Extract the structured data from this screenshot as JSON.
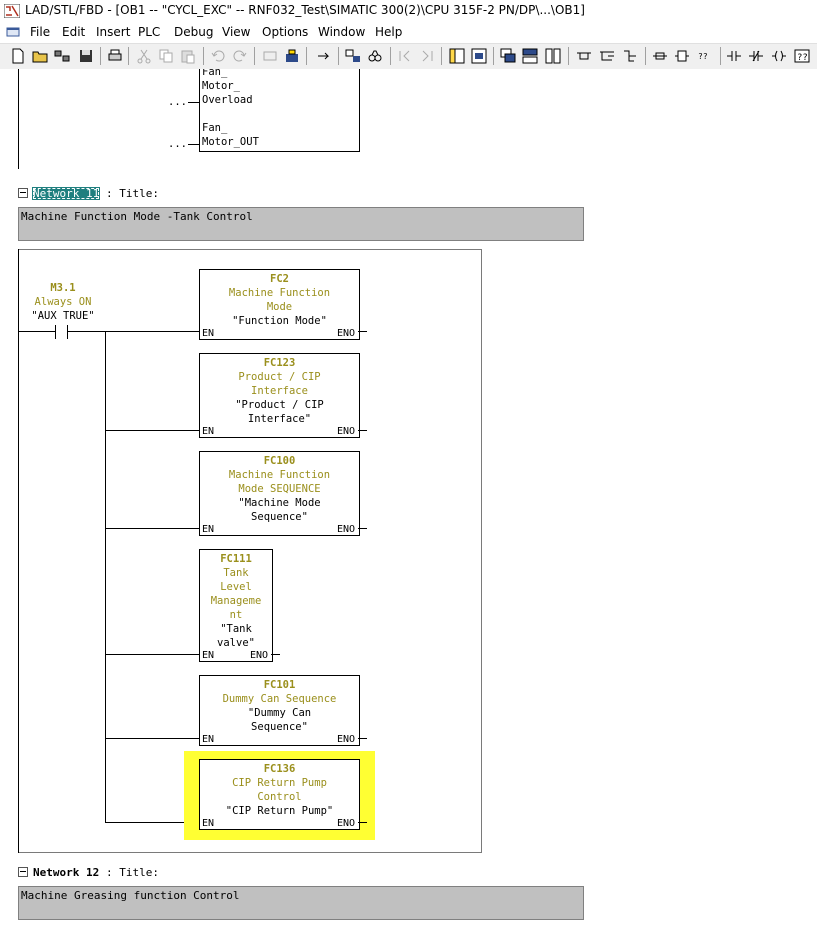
{
  "window": {
    "title": "LAD/STL/FBD  - [OB1 -- \"CYCL_EXC\" -- RNF032_Test\\SIMATIC 300(2)\\CPU 315F-2 PN/DP\\...\\OB1]"
  },
  "menu": [
    "File",
    "Edit",
    "Insert",
    "PLC",
    "Debug",
    "View",
    "Options",
    "Window",
    "Help"
  ],
  "toolbar_icons": [
    "new-icon",
    "open-icon",
    "accessible-nodes-icon",
    "save-icon",
    "print-icon",
    "cut-icon",
    "copy-icon",
    "paste-icon",
    "undo-icon",
    "redo-icon",
    "download-icon",
    "monitor-icon",
    "go-to-icon",
    "find-icon",
    "find-replace-icon",
    "prev-network-icon",
    "next-network-icon",
    "overview-icon",
    "details-icon",
    "cascade-icon",
    "tile-horizontal-icon",
    "tile-vertical-icon",
    "branch-open-icon",
    "branch-close-icon",
    "connection-icon",
    "insert-network-icon",
    "box-icon",
    "empty-box-icon",
    "no-contact-icon",
    "nc-contact-icon",
    "coil-icon",
    "help-icon"
  ],
  "prev_network": {
    "lines": [
      "Fan_",
      "Motor_",
      "Overload",
      "Fan_",
      "Motor_OUT"
    ],
    "dots": "..."
  },
  "network11": {
    "label": "Network 11",
    "title_label": ": Title:",
    "comment": "Machine Function Mode -Tank Control",
    "contact": {
      "address": "M3.1",
      "comment": "Always ON",
      "symbol": "\"AUX TRUE\""
    },
    "blocks": [
      {
        "name": "FC2",
        "desc1": "Machine Function",
        "desc2": "Mode",
        "sym1": "\"Function Mode\"",
        "sym2": ""
      },
      {
        "name": "FC123",
        "desc1": "Product / CIP",
        "desc2": "Interface",
        "sym1": "\"Product / CIP",
        "sym2": "Interface\""
      },
      {
        "name": "FC100",
        "desc1": "Machine Function",
        "desc2": "Mode SEQUENCE",
        "sym1": "\"Machine Mode",
        "sym2": "Sequence\""
      },
      {
        "name": "FC111",
        "desc1": "Tank",
        "desc2": "Level",
        "desc3": "Manageme",
        "desc4": "nt",
        "sym1": "\"Tank",
        "sym2": "valve\""
      },
      {
        "name": "FC101",
        "desc1": "Dummy Can Sequence",
        "desc2": "",
        "sym1": "\"Dummy Can",
        "sym2": "Sequence\""
      },
      {
        "name": "FC136",
        "desc1": "CIP Return Pump",
        "desc2": "Control",
        "sym1": "\"CIP Return Pump\"",
        "sym2": ""
      }
    ],
    "en": "EN",
    "eno": "ENO"
  },
  "network12": {
    "label": "Network 12",
    "title_label": ": Title:",
    "comment": "Machine Greasing function Control"
  },
  "highlight_color": "#ffff33"
}
